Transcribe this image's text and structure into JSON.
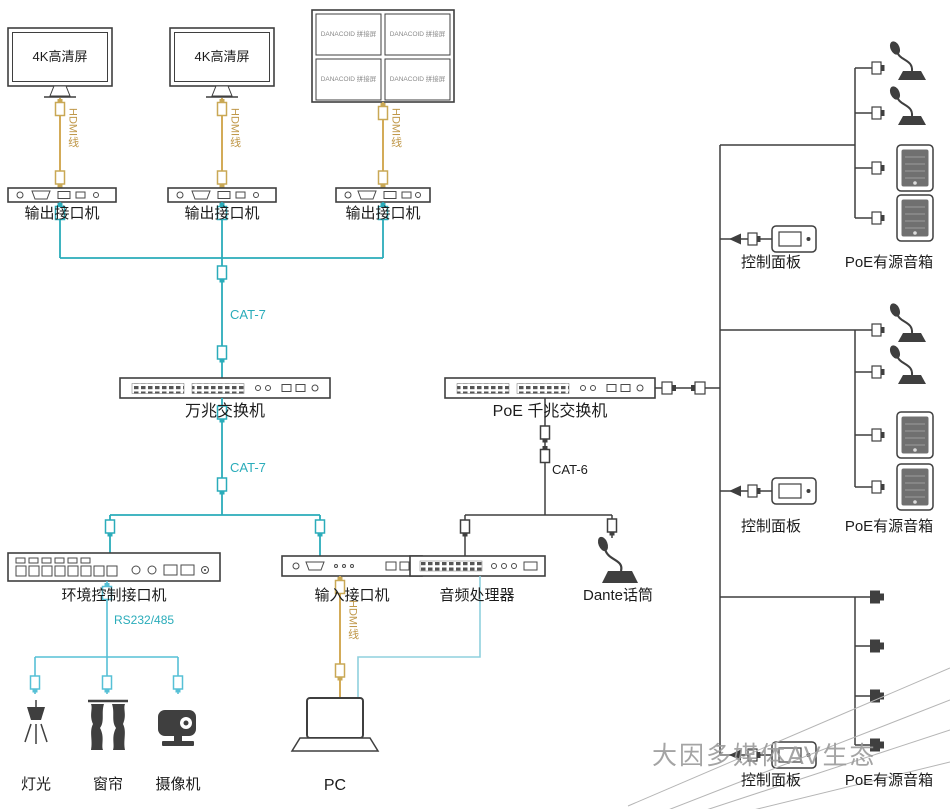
{
  "labels": {
    "display_4k": "4K高清屏",
    "videowall_cell": "DANACOID 拼接屏",
    "hdmi_cable": "HDMI线",
    "output_interface": "输出接口机",
    "cat7": "CAT-7",
    "cat6": "CAT-6",
    "switch_10g": "万兆交换机",
    "switch_poe_gbe": "PoE 千兆交换机",
    "env_control_interface": "环境控制接口机",
    "input_interface": "输入接口机",
    "audio_processor": "音频处理器",
    "dante_mic": "Dante话筒",
    "rs232_485": "RS232/485",
    "light": "灯光",
    "curtain": "窗帘",
    "camera": "摄像机",
    "pc": "PC",
    "control_panel": "控制面板",
    "poe_speaker": "PoE有源音箱",
    "watermark": "大因多媒体AV生态"
  },
  "colors": {
    "hdmi_cable": "#c9a855",
    "cat_cable": "#2aacba",
    "serial_cable": "#56c0d6",
    "line": "#3f3f3f",
    "watermark": "#9b9b9b"
  }
}
